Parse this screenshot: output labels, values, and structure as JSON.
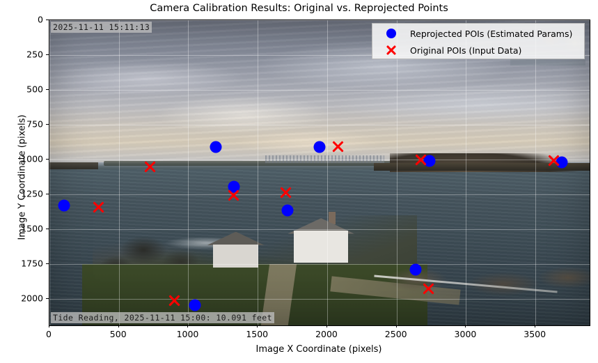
{
  "chart_data": {
    "type": "scatter",
    "title": "Camera Calibration Results: Original vs. Reprojected Points",
    "xlabel": "Image X Coordinate (pixels)",
    "ylabel": "Image Y Coordinate (pixels)",
    "xlim": [
      0,
      3890
    ],
    "ylim": [
      2190,
      0
    ],
    "xticks": [
      0,
      500,
      1000,
      1500,
      2000,
      2500,
      3000,
      3500
    ],
    "yticks": [
      0,
      250,
      500,
      750,
      1000,
      1250,
      1500,
      1750,
      2000
    ],
    "grid": true,
    "legend_position": "upper right",
    "series": [
      {
        "name": "Reprojected POIs (Estimated Params)",
        "marker": "circle",
        "color": "#0000ff",
        "points": [
          [
            105,
            1332
          ],
          [
            1197,
            909
          ],
          [
            1943,
            911
          ],
          [
            2737,
            1012
          ],
          [
            3690,
            1018
          ],
          [
            1330,
            1195
          ],
          [
            1712,
            1363
          ],
          [
            2637,
            1789
          ],
          [
            1047,
            2046
          ]
        ]
      },
      {
        "name": "Original POIs (Input Data)",
        "marker": "x",
        "color": "#ff0000",
        "points": [
          [
            722,
            1054
          ],
          [
            352,
            1343
          ],
          [
            1328,
            1258
          ],
          [
            2077,
            905
          ],
          [
            2673,
            1003
          ],
          [
            3630,
            1006
          ],
          [
            1700,
            1238
          ],
          [
            2730,
            1928
          ],
          [
            898,
            2013
          ]
        ]
      }
    ],
    "annotations": [
      {
        "name": "timestamp-overlay",
        "text": "2025-11-11 15:11:13",
        "position": "top-left"
      },
      {
        "name": "tide-overlay",
        "text": "Tide Reading, 2025-11-11 15:00: 10.091 feet",
        "position": "bottom-left"
      }
    ]
  },
  "colors": {
    "reprojected": "#0000ff",
    "original": "#ff0000",
    "figure_background": "#ffffff",
    "axis": "#000000"
  }
}
